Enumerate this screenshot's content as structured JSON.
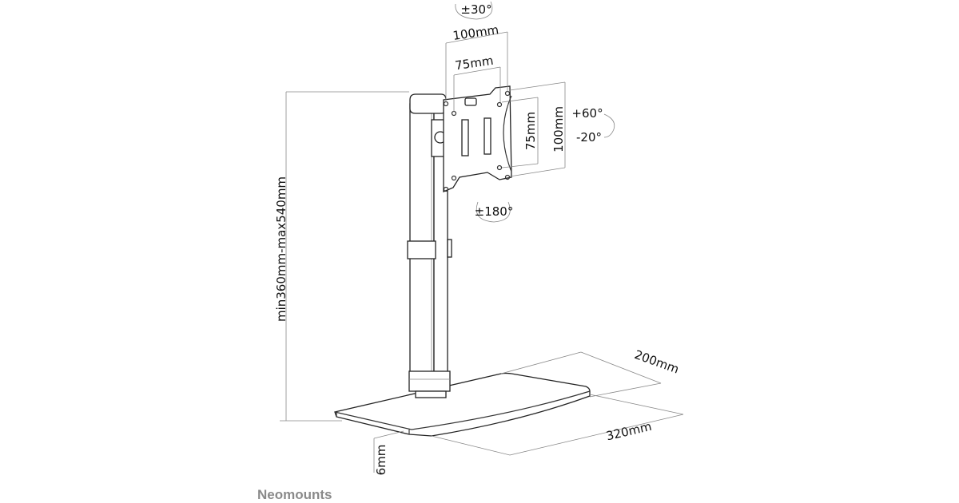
{
  "dimensions": {
    "height_range": "min360mm-max540mm",
    "vesa_horizontal_outer": "100mm",
    "vesa_horizontal_inner": "75mm",
    "vesa_vertical_outer": "100mm",
    "vesa_vertical_inner": "75mm",
    "base_depth": "200mm",
    "base_width": "320mm",
    "base_thickness": "6mm"
  },
  "rotations": {
    "swivel": "±30°",
    "rotate": "±180°",
    "tilt_up": "+60°",
    "tilt_down": "-20°"
  },
  "brand": "Neomounts"
}
